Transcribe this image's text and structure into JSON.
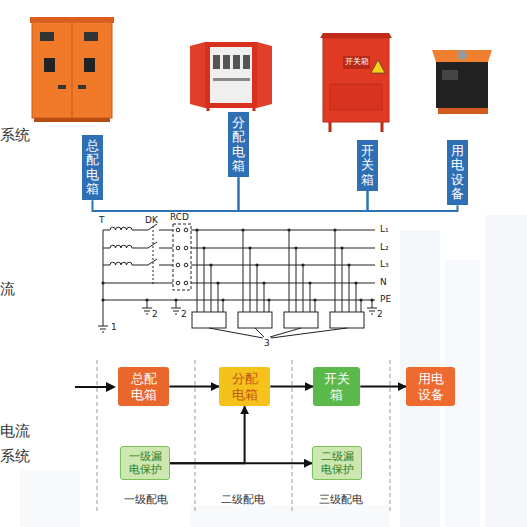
{
  "diagram": {
    "nodes": [
      {
        "text": [
          "总配电箱"
        ]
      },
      {
        "text": [
          "分配电箱"
        ]
      },
      {
        "text": [
          "开关箱"
        ]
      },
      {
        "text": [
          "用电设备"
        ]
      },
      {
        "text": [
          "总配电箱"
        ]
      },
      {
        "text": [
          "分配电箱"
        ]
      },
      {
        "text": [
          "开关箱"
        ]
      },
      {
        "text": [
          "用电设备"
        ]
      },
      {
        "text": [
          "一级漏电保护"
        ]
      },
      {
        "text": [
          "二级漏电保护"
        ]
      }
    ],
    "edges": [
      {
        "from": 0,
        "to": 1,
        "arrow": "none"
      },
      {
        "from": 1,
        "to": 2,
        "arrow": "none"
      },
      {
        "from": 2,
        "to": 3,
        "arrow": "none"
      },
      {
        "from": 4,
        "to": 5,
        "arrow": "to"
      },
      {
        "from": 5,
        "to": 6,
        "arrow": "to"
      },
      {
        "from": 6,
        "to": 7,
        "arrow": "to"
      },
      {
        "from": 8,
        "to": 5,
        "arrow": "to"
      },
      {
        "from": 8,
        "to": 9,
        "arrow": "to"
      }
    ],
    "labels": [
      "系统",
      "流",
      "电流",
      "系统",
      "T",
      "DK",
      "RCD",
      "L₁",
      "L₂",
      "L₃",
      "N",
      "PE",
      "1",
      "2",
      "2",
      "2",
      "3",
      "一级配电",
      "二级配电",
      "三级配电",
      "开关箱"
    ]
  }
}
